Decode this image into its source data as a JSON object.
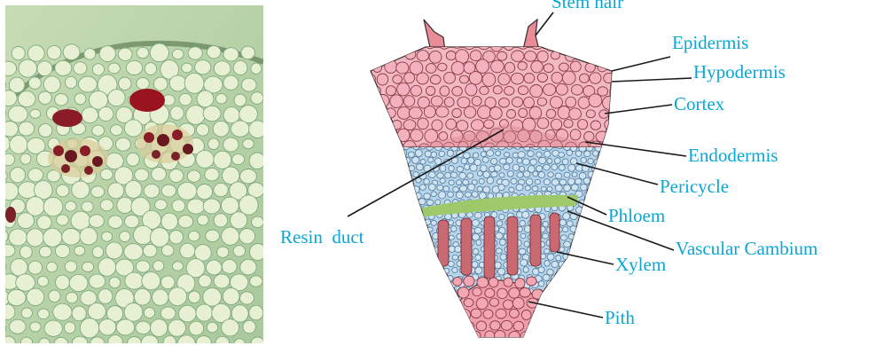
{
  "figure": {
    "photo_caption": "",
    "labels": {
      "stem_hair": "Stem hair",
      "epidermis": "Epidermis",
      "hypodermis": "Hypodermis",
      "cortex": "Cortex",
      "endodermis": "Endodermis",
      "pericycle": "Pericycle",
      "phloem": "Phloem",
      "resin_duct": "Resin  duct",
      "vascular_cambium": "Vascular Cambium",
      "xylem": "Xylem",
      "pith": "Pith"
    },
    "colors": {
      "label_text": "#0aa6d6",
      "leader_line": "#1a1a1a",
      "photo_background": "#b8d2a8",
      "photo_cell_wall": "#7fa97f",
      "cortex_pink": "#e98c98",
      "stele_blue": "#b6d5ea",
      "cambium_green": "#9dc96b",
      "xylem_vessel": "#c96a72"
    }
  }
}
